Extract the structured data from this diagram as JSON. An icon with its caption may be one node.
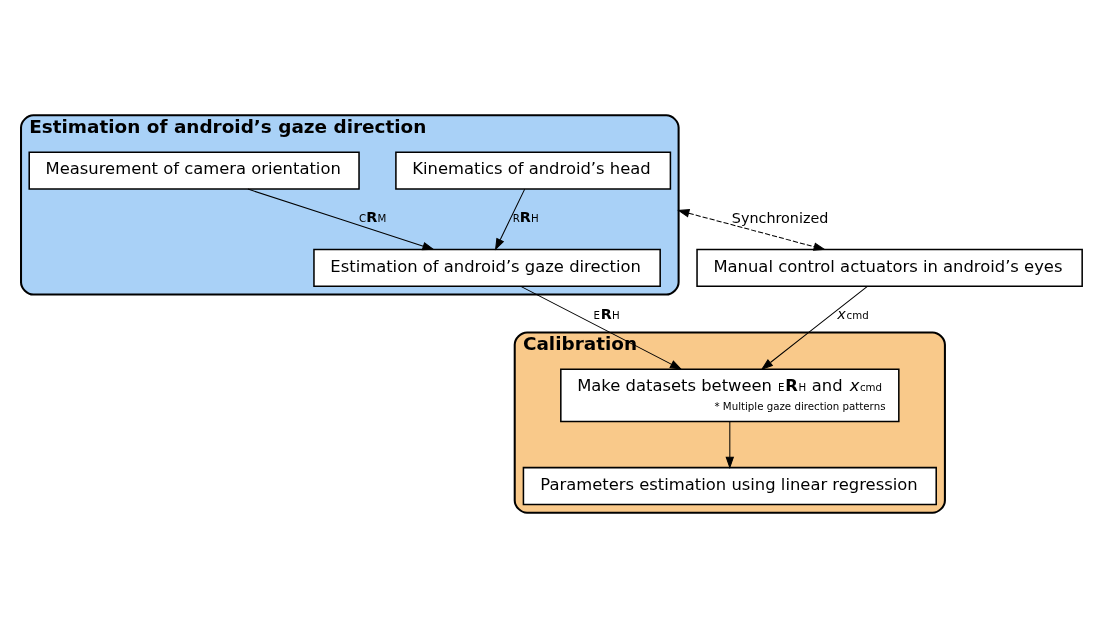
{
  "diagram": {
    "nodes": [
      {
        "text": [
          "Estimation of android’s gaze direction"
        ]
      },
      {
        "text": [
          "Kinematics of android’s head"
        ],
        "in": 0
      },
      {
        "text": [
          "Measurement of camera orientation"
        ],
        "in": 0
      },
      {
        "text": [
          "Estimation of android’s gaze direction"
        ],
        "in": 0
      },
      {
        "text": [
          "Manual control actuators in android’s eyes"
        ]
      },
      {
        "text": [
          "Calibration"
        ]
      },
      {
        "text": [
          "Make datasets between $^{E}$**R**$_{H}$ and *x*$_{cmd}$",
          "* Multiple gaze direction patterns"
        ],
        "in": 5
      },
      {
        "text": [
          "Parameters estimation using linear regression"
        ],
        "in": 5
      }
    ],
    "edges": [
      {
        "from": 1,
        "to": 3,
        "arrow": "to",
        "label": "$^{R}$**R**$_{H}$"
      },
      {
        "from": 2,
        "to": 3,
        "arrow": "to",
        "label": "$^{C}$**R**$_{M}$"
      },
      {
        "from": 0,
        "to": 4,
        "arrow": "both",
        "style": "dashed",
        "label": "Synchronized"
      },
      {
        "from": 3,
        "to": 6,
        "arrow": "to",
        "label": "$^{E}$**R**$_{H}$"
      },
      {
        "from": 4,
        "to": 6,
        "arrow": "to",
        "label": "*x*$_{cmd}$"
      },
      {
        "from": 6,
        "to": 7,
        "arrow": "to"
      }
    ]
  }
}
